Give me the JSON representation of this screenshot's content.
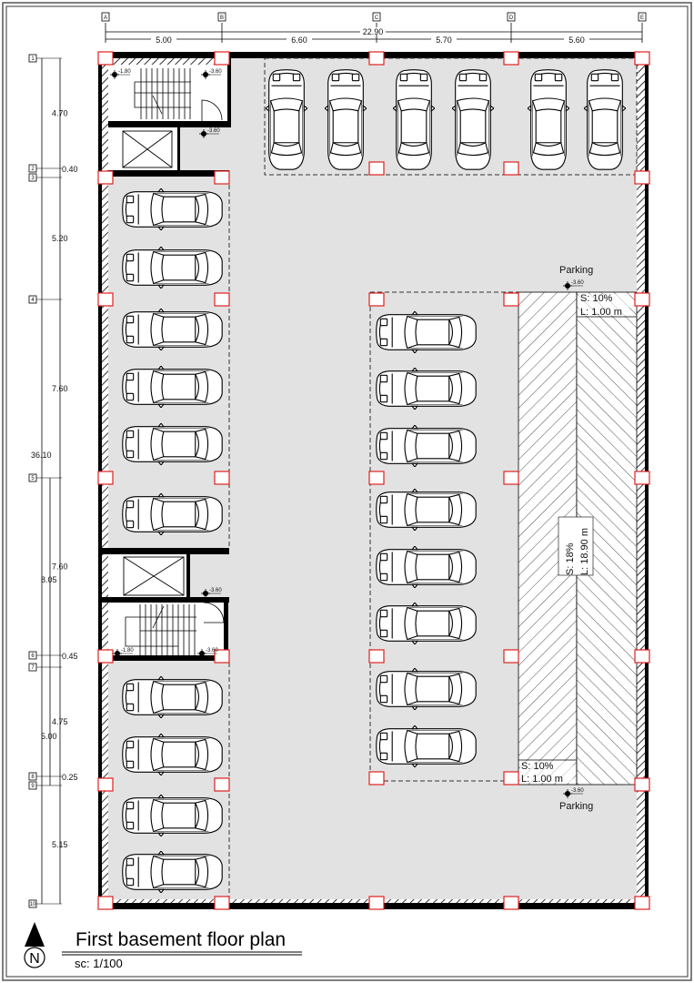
{
  "title": "First basement floor plan",
  "scale": "sc: 1/100",
  "north_label": "N",
  "grid_columns": [
    "A",
    "B",
    "C",
    "D",
    "E"
  ],
  "grid_rows": [
    "1",
    "2",
    "3",
    "4",
    "5",
    "6",
    "7",
    "8",
    "9",
    "10"
  ],
  "top_dimensions": {
    "total": "22.90",
    "segments": [
      "5.00",
      "6.60",
      "5.70",
      "5.60"
    ]
  },
  "left_dimensions": {
    "total": "36.10",
    "segments": [
      "4.70",
      "0.40",
      "5.20",
      "7.60",
      "7.60",
      "0.45",
      "4.75",
      "0.25",
      "5.15"
    ],
    "middle": [
      "8.05",
      "5.00"
    ]
  },
  "levels": {
    "floor": "-3.60",
    "landing": "-1.80"
  },
  "ramp": {
    "main_slope": "S:  18%",
    "main_length": "L:  18.90 m",
    "transition_slope": "S:  10%",
    "transition_length": "L:  1.00  m",
    "parking_label": "Parking"
  },
  "colors": {
    "floor": "#e2e2e2",
    "column": "#e02020",
    "wall": "#000000"
  }
}
